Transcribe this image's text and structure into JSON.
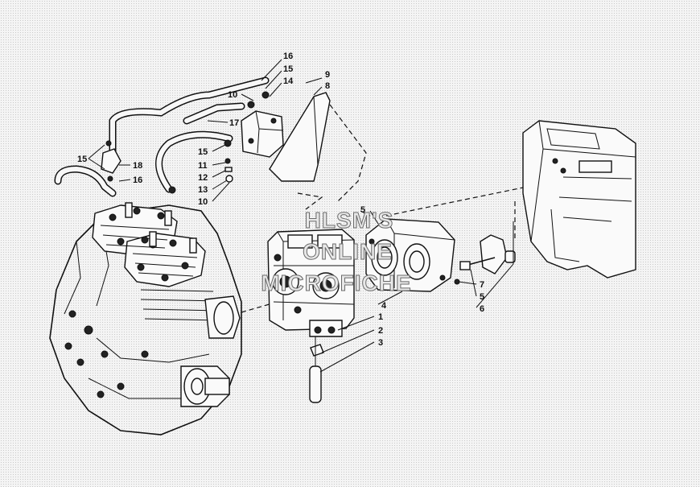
{
  "watermark": {
    "lines": [
      "HLSM'S",
      "ONLINE",
      "MICROFICHE"
    ]
  },
  "callouts": [
    {
      "id": "c16a",
      "text": "16"
    },
    {
      "id": "c15a",
      "text": "15"
    },
    {
      "id": "c14",
      "text": "14"
    },
    {
      "id": "c9",
      "text": "9"
    },
    {
      "id": "c8",
      "text": "8"
    },
    {
      "id": "c10a",
      "text": "10"
    },
    {
      "id": "c17",
      "text": "17"
    },
    {
      "id": "c15b",
      "text": "15"
    },
    {
      "id": "c18",
      "text": "18"
    },
    {
      "id": "c16b",
      "text": "16"
    },
    {
      "id": "c15c",
      "text": "15"
    },
    {
      "id": "c11",
      "text": "11"
    },
    {
      "id": "c12",
      "text": "12"
    },
    {
      "id": "c13",
      "text": "13"
    },
    {
      "id": "c10b",
      "text": "10"
    },
    {
      "id": "c5a",
      "text": "5"
    },
    {
      "id": "c7",
      "text": "7"
    },
    {
      "id": "c5b",
      "text": "5"
    },
    {
      "id": "c6",
      "text": "6"
    },
    {
      "id": "c4",
      "text": "4"
    },
    {
      "id": "c1",
      "text": "1"
    },
    {
      "id": "c2",
      "text": "2"
    },
    {
      "id": "c3",
      "text": "3"
    }
  ],
  "colors": {
    "ink": "#111111",
    "paper": "#f4f4f4"
  }
}
